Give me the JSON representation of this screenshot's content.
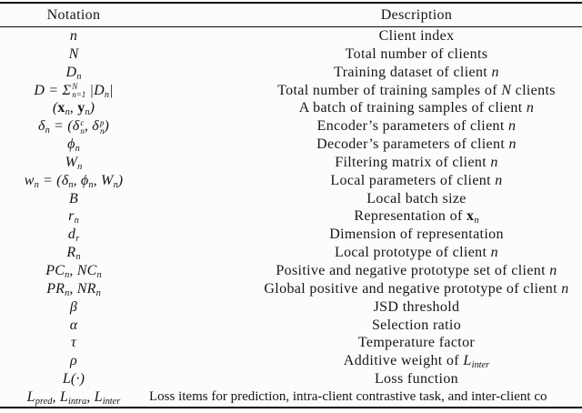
{
  "page": {
    "background": "#fcfcfc",
    "text_color": "#161616",
    "rule_color": "#0b0b0b"
  },
  "table": {
    "columns": [
      "Notation",
      "Description"
    ],
    "rows": [
      {
        "notation": "n",
        "description": "Client index"
      },
      {
        "notation": "N",
        "description": "Total number of clients"
      },
      {
        "notation": "\\c{D}_{n}",
        "description": "Training dataset of client \\i{n}"
      },
      {
        "notation": "D = Σ\\lim{N}{n=1} |\\c{D}_{n}|",
        "description": "Total number of training samples of \\i{N} clients"
      },
      {
        "notation": "(\\b{x}_{n}, \\b{y}_{n})",
        "description": "A batch of training samples of client \\i{n}"
      },
      {
        "notation": "δ_{n} = (δ\\lim{c}{n}, δ\\lim{p}{n})",
        "description": "Encoder’s parameters of client \\i{n}"
      },
      {
        "notation": "ϕ_{n}",
        "description": "Decoder’s parameters of client \\i{n}"
      },
      {
        "notation": "W_{n}",
        "description": "Filtering matrix of client \\i{n}"
      },
      {
        "notation": "w_{n} = (δ_{n}, ϕ_{n}, W_{n})",
        "description": "Local parameters of client \\i{n}"
      },
      {
        "notation": "B",
        "description": "Local batch size"
      },
      {
        "notation": "r_{n}",
        "description": "Representation of \\b{x}_{n}"
      },
      {
        "notation": "d_{r}",
        "description": "Dimension of representation"
      },
      {
        "notation": "R_{n}",
        "description": "Local prototype of client \\i{n}"
      },
      {
        "notation": "\\c{PC}_{n}, \\c{NC}_{n}",
        "description": "Positive and negative prototype set of client \\i{n}"
      },
      {
        "notation": "PR_{n}, NR_{n}",
        "description": "Global positive and negative prototype of client \\i{n}"
      },
      {
        "notation": "β",
        "description": "JSD threshold"
      },
      {
        "notation": "α",
        "description": "Selection ratio"
      },
      {
        "notation": "τ",
        "description": "Temperature factor"
      },
      {
        "notation": "ρ",
        "description": "Additive weight of \\c{L}_{inter}"
      },
      {
        "notation": "\\c{L}(·)",
        "description": "Loss function"
      },
      {
        "notation": "\\c{L}_{pred}, \\c{L}_{intra}, \\c{L}_{inter}",
        "description": "Loss items for prediction, intra-client contrastive task, and inter-client co"
      }
    ]
  }
}
